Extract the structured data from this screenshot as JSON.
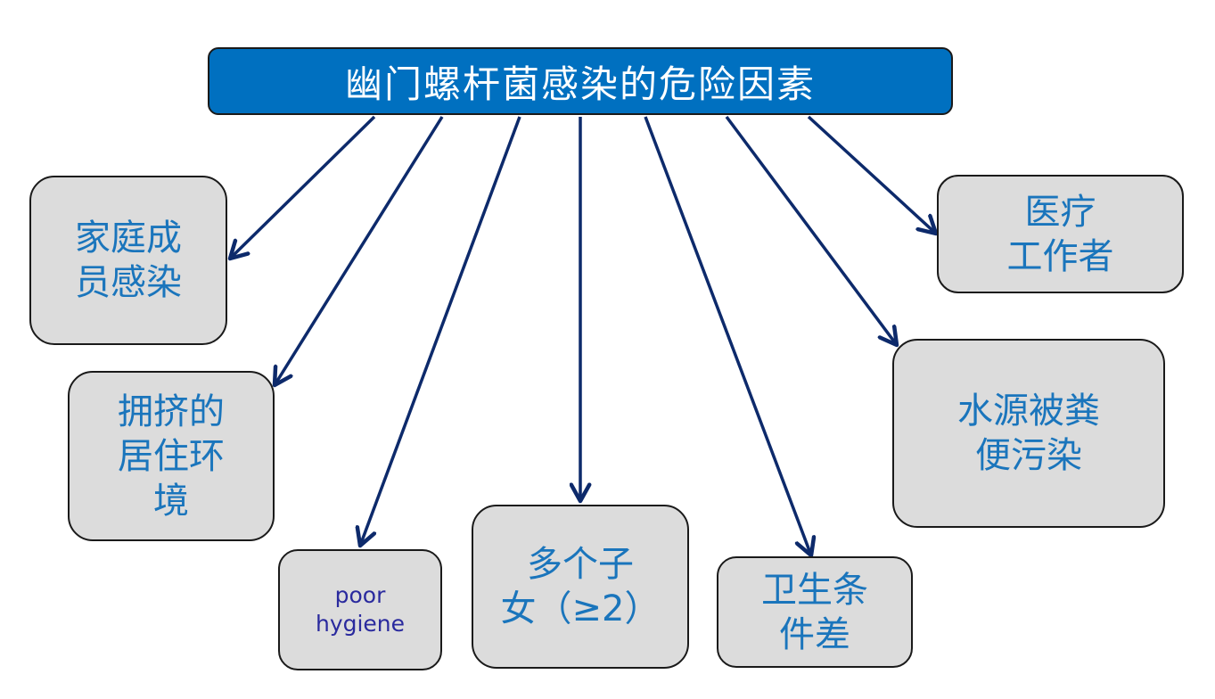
{
  "diagram": {
    "title": "幽门螺杆菌感染的危险因素",
    "colors": {
      "title_fill": "#0070c0",
      "title_text": "#ffffff",
      "node_fill": "#dcdcdc",
      "node_text": "#1a75bc",
      "english_text": "#2a2a9e",
      "arrow": "#0d2a6b"
    },
    "nodes": [
      {
        "id": "family",
        "label": "家庭成\n员感染"
      },
      {
        "id": "crowded",
        "label": "拥挤的\n居住环\n境"
      },
      {
        "id": "hygiene-en",
        "label": "poor\nhygiene"
      },
      {
        "id": "children",
        "label": "多个子\n女（≥2）"
      },
      {
        "id": "sanitation",
        "label": "卫生条\n件差"
      },
      {
        "id": "water",
        "label": "水源被粪\n便污染"
      },
      {
        "id": "medical",
        "label": "医疗\n工作者"
      }
    ],
    "edges": [
      {
        "from": "title",
        "to": "family"
      },
      {
        "from": "title",
        "to": "crowded"
      },
      {
        "from": "title",
        "to": "hygiene-en"
      },
      {
        "from": "title",
        "to": "children"
      },
      {
        "from": "title",
        "to": "sanitation"
      },
      {
        "from": "title",
        "to": "water"
      },
      {
        "from": "title",
        "to": "medical"
      }
    ]
  }
}
